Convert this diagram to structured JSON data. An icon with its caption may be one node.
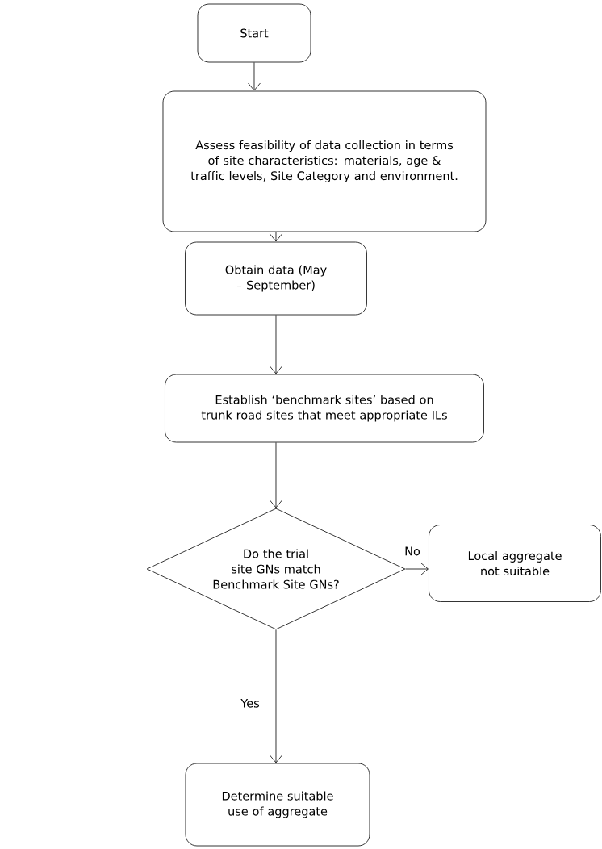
{
  "diagram": {
    "nodes": [
      {
        "text": [
          "Start"
        ]
      },
      {
        "text": [
          "Assess feasibility of data collection in terms of site characteristics: materials, age & traffic levels, Site Category and environment."
        ]
      },
      {
        "text": [
          "Obtain data (May – September)"
        ]
      },
      {
        "text": [
          "Establish ‘benchmark sites’ based on trunk road sites that meet appropriate ILs"
        ]
      },
      {
        "text": [
          "Do the trial site GNs match Benchmark Site GNs?"
        ]
      },
      {
        "text": [
          "Local aggregate not suitable"
        ]
      },
      {
        "text": [
          "Determine suitable use of aggregate"
        ]
      }
    ],
    "edges": [
      {
        "from": 0,
        "to": 1,
        "arrow": "to"
      },
      {
        "from": 1,
        "to": 2,
        "arrow": "to"
      },
      {
        "from": 2,
        "to": 3,
        "arrow": "to"
      },
      {
        "from": 3,
        "to": 4,
        "arrow": "to"
      },
      {
        "from": 4,
        "to": 5,
        "arrow": "to",
        "label": "No"
      },
      {
        "from": 4,
        "to": 6,
        "arrow": "to",
        "label": "Yes"
      }
    ]
  }
}
